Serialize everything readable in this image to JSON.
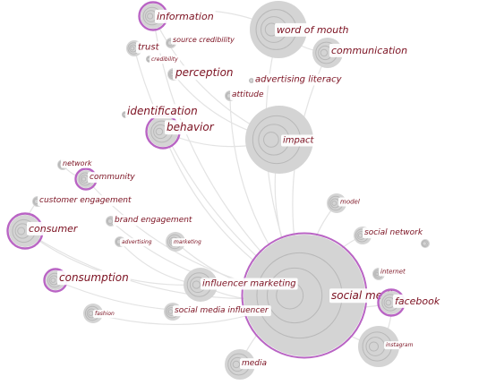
{
  "colors": {
    "node_fill": "#d4d4d4",
    "node_ring": "#b8b8b8",
    "accent_ring": "#b964c4",
    "label_text": "#7b1020",
    "edge": "#e3e3e3"
  },
  "nodes": [
    {
      "id": "information",
      "label": "information",
      "importance": 0.3,
      "accent": true
    },
    {
      "id": "trust",
      "label": "trust",
      "importance": 0.18,
      "accent": false
    },
    {
      "id": "source-credibility",
      "label": "source credibility",
      "importance": 0.1,
      "accent": false
    },
    {
      "id": "credibility",
      "label": "credibility",
      "importance": 0.06,
      "accent": false
    },
    {
      "id": "word-of-mouth",
      "label": "word of mouth",
      "importance": 0.62,
      "accent": false
    },
    {
      "id": "communication",
      "label": "communication",
      "importance": 0.33,
      "accent": false
    },
    {
      "id": "perception",
      "label": "perception",
      "importance": 0.15,
      "accent": false
    },
    {
      "id": "advertising-literacy",
      "label": "advertising literacy",
      "importance": 0.07,
      "accent": false
    },
    {
      "id": "attitude",
      "label": "attitude",
      "importance": 0.12,
      "accent": false
    },
    {
      "id": "identification",
      "label": "identification",
      "importance": 0.07,
      "accent": false
    },
    {
      "id": "behavior",
      "label": "behavior",
      "importance": 0.33,
      "accent": true
    },
    {
      "id": "impact",
      "label": "impact",
      "importance": 0.75,
      "accent": false
    },
    {
      "id": "network",
      "label": "network",
      "importance": 0.1,
      "accent": false
    },
    {
      "id": "community",
      "label": "community",
      "importance": 0.2,
      "accent": true
    },
    {
      "id": "customer-engagement",
      "label": "customer engagement",
      "importance": 0.11,
      "accent": false
    },
    {
      "id": "brand-engagement",
      "label": "brand engagement",
      "importance": 0.1,
      "accent": false
    },
    {
      "id": "consumer",
      "label": "consumer",
      "importance": 0.38,
      "accent": true
    },
    {
      "id": "advertising",
      "label": "advertising",
      "importance": 0.1,
      "accent": false
    },
    {
      "id": "marketing",
      "label": "marketing",
      "importance": 0.22,
      "accent": false
    },
    {
      "id": "model",
      "label": "model",
      "importance": 0.22,
      "accent": false
    },
    {
      "id": "social-network",
      "label": "social network",
      "importance": 0.2,
      "accent": false
    },
    {
      "id": "unlabeled",
      "label": "",
      "importance": 0.1,
      "accent": false
    },
    {
      "id": "internet",
      "label": "internet",
      "importance": 0.09,
      "accent": false
    },
    {
      "id": "consumption",
      "label": "consumption",
      "importance": 0.22,
      "accent": true
    },
    {
      "id": "influencer-marketing",
      "label": "influencer marketing",
      "importance": 0.38,
      "accent": false
    },
    {
      "id": "social-media",
      "label": "social media",
      "importance": 1.0,
      "accent": true
    },
    {
      "id": "facebook",
      "label": "facebook",
      "importance": 0.28,
      "accent": true
    },
    {
      "id": "fashion",
      "label": "fashion",
      "importance": 0.2,
      "accent": false
    },
    {
      "id": "social-media-influencer",
      "label": "social media influencer",
      "importance": 0.16,
      "accent": false
    },
    {
      "id": "instagram",
      "label": "instagram",
      "importance": 0.48,
      "accent": false
    },
    {
      "id": "media",
      "label": "media",
      "importance": 0.32,
      "accent": false
    }
  ],
  "edges": [
    [
      "information",
      "social-media"
    ],
    [
      "information",
      "impact"
    ],
    [
      "word-of-mouth",
      "social-media"
    ],
    [
      "word-of-mouth",
      "communication"
    ],
    [
      "communication",
      "social-media"
    ],
    [
      "behavior",
      "social-media"
    ],
    [
      "behavior",
      "impact"
    ],
    [
      "impact",
      "social-media"
    ],
    [
      "consumer",
      "social-media"
    ],
    [
      "consumer",
      "influencer-marketing"
    ],
    [
      "consumption",
      "social-media"
    ],
    [
      "influencer-marketing",
      "social-media"
    ],
    [
      "social-media",
      "facebook"
    ],
    [
      "social-media",
      "instagram"
    ],
    [
      "social-media",
      "media"
    ],
    [
      "trust",
      "social-media"
    ],
    [
      "perception",
      "impact"
    ],
    [
      "attitude",
      "social-media"
    ],
    [
      "community",
      "social-media"
    ],
    [
      "brand-engagement",
      "social-media"
    ],
    [
      "model",
      "social-media"
    ],
    [
      "social-network",
      "social-media"
    ],
    [
      "marketing",
      "social-media"
    ],
    [
      "fashion",
      "social-media"
    ],
    [
      "instagram",
      "facebook"
    ],
    [
      "customer-engagement",
      "consumer"
    ],
    [
      "network",
      "community"
    ],
    [
      "advertising",
      "influencer-marketing"
    ],
    [
      "word-of-mouth",
      "information"
    ]
  ]
}
